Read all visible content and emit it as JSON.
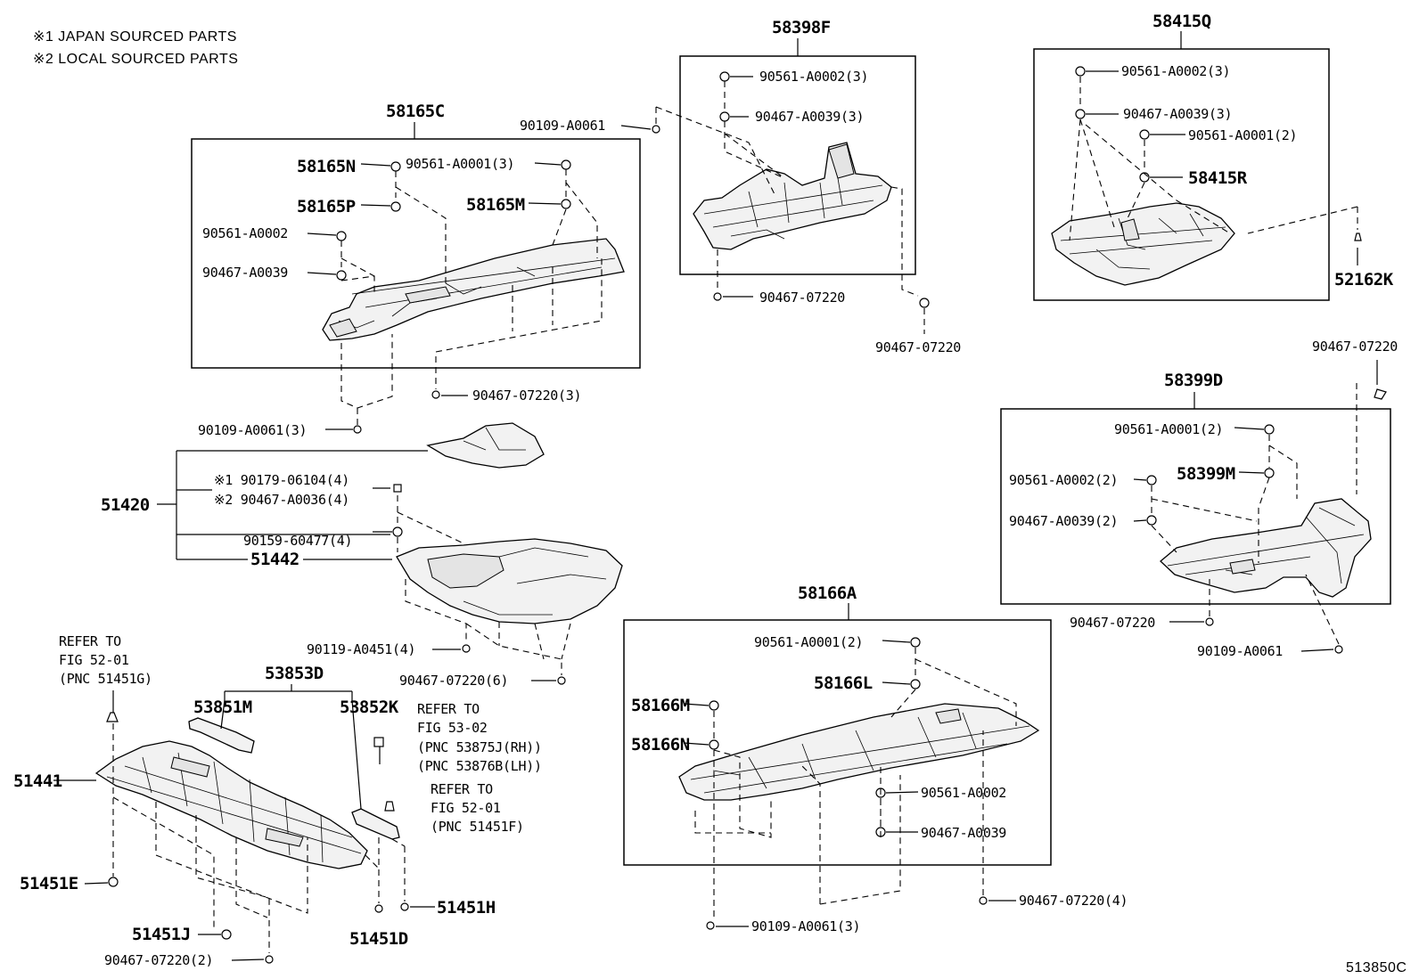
{
  "notes": {
    "note1": "※1  JAPAN SOURCED PARTS",
    "note2": "※2  LOCAL SOURCED PARTS"
  },
  "figure_code": "513850C",
  "groups": {
    "g58165C": {
      "title": "58165C",
      "p58165N": "58165N",
      "p58165P": "58165P",
      "p58165M": "58165M",
      "a0001_3": "90561-A0001(3)",
      "a0002": "90561-A0002",
      "a0039": "90467-A0039",
      "b07220_3": "90467-07220(3)",
      "c0061": "90109-A0061",
      "c0061_3": "90109-A0061(3)"
    },
    "g58398F": {
      "title": "58398F",
      "a0002_3": "90561-A0002(3)",
      "a0039_3": "90467-A0039(3)",
      "b07220": "90467-07220",
      "b07220_out": "90467-07220"
    },
    "g58415Q": {
      "title": "58415Q",
      "a0002_3": "90561-A0002(3)",
      "a0039_3": "90467-A0039(3)",
      "a0001_2": "90561-A0001(2)",
      "p58415R": "58415R",
      "p52162K": "52162K"
    },
    "g58399D": {
      "title": "58399D",
      "b07220_top": "90467-07220",
      "a0001_2": "90561-A0001(2)",
      "p58399M": "58399M",
      "a0002_2": "90561-A0002(2)",
      "a0039_2": "90467-A0039(2)",
      "b07220": "90467-07220",
      "c0061": "90109-A0061"
    },
    "g51420": {
      "title": "51420",
      "n1": "※1 90179-06104(4)",
      "n2": "※2 90467-A0036(4)",
      "s60477": "90159-60477(4)",
      "p51442": "51442",
      "s0451": "90119-A0451(4)",
      "b07220_6": "90467-07220(6)"
    },
    "g58166A": {
      "title": "58166A",
      "a0001_2": "90561-A0001(2)",
      "p58166L": "58166L",
      "p58166M": "58166M",
      "p58166N": "58166N",
      "a0002": "90561-A0002",
      "a0039": "90467-A0039",
      "b07220_4": "90467-07220(4)",
      "c0061_3": "90109-A0061(3)"
    },
    "g53853D": {
      "title": "53853D",
      "p53851M": "53851M",
      "p53852K": "53852K",
      "refer1": [
        "REFER TO",
        "FIG 52-01",
        "(PNC 51451G)"
      ],
      "refer2": [
        "REFER TO",
        "FIG 53-02",
        "(PNC 53875J(RH))",
        "(PNC 53876B(LH))"
      ],
      "refer3": [
        "REFER TO",
        "FIG 52-01",
        "(PNC 51451F)"
      ],
      "p51441": "51441",
      "p51451E": "51451E",
      "p51451J": "51451J",
      "b07220_2": "90467-07220(2)",
      "p51451D": "51451D",
      "p51451H": "51451H"
    }
  }
}
